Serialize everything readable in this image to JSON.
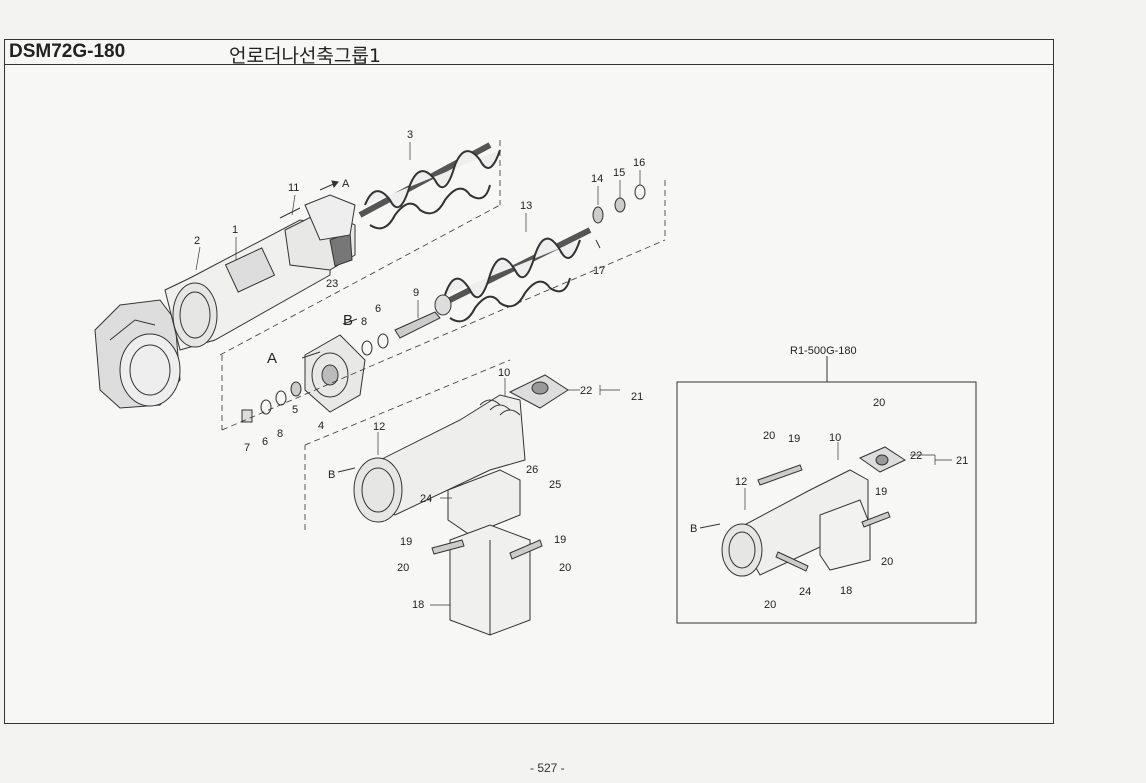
{
  "header": {
    "model": "DSM72G-180",
    "group_title": "언로더나선축그룹1"
  },
  "inset": {
    "title": "R1-500G-180"
  },
  "callouts": {
    "c1": "1",
    "c2": "2",
    "c3": "3",
    "c4": "4",
    "c5": "5",
    "c6a": "6",
    "c6b": "6",
    "c7": "7",
    "c8a": "8",
    "c8b": "8",
    "c9": "9",
    "c10": "10",
    "c11": "11",
    "c12": "12",
    "c13": "13",
    "c14": "14",
    "c15": "15",
    "c16": "16",
    "c17": "17",
    "c18": "18",
    "c19a": "19",
    "c19b": "19",
    "c20a": "20",
    "c20b": "20",
    "c21": "21",
    "c22": "22",
    "c23": "23",
    "c24": "24",
    "c25": "25",
    "c26": "26",
    "refA1": "A",
    "refA2": "A",
    "refB1": "B",
    "refB2": "B",
    "i20a": "20",
    "i20b": "20",
    "i20c": "20",
    "i19a": "19",
    "i19b": "19",
    "i10": "10",
    "i22": "22",
    "i21": "21",
    "i12": "12",
    "i24": "24",
    "i18": "18",
    "iB": "B"
  },
  "footer": {
    "page_number": "- 527 -"
  }
}
